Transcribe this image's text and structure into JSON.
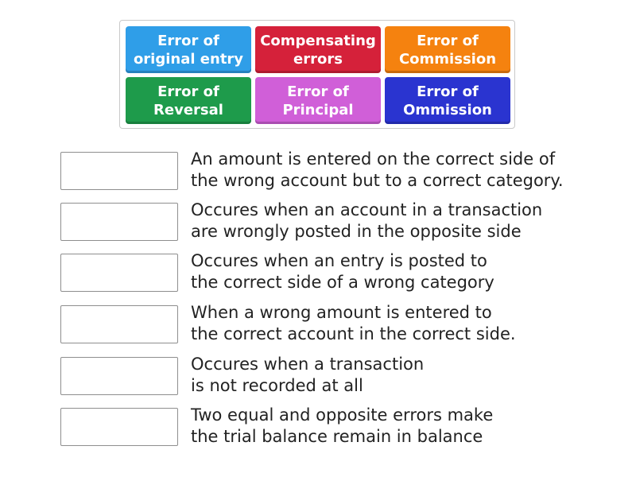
{
  "tiles": [
    {
      "label": "Error of original entry",
      "color": "#2f9ee8"
    },
    {
      "label": "Compensating errors",
      "color": "#d5213a"
    },
    {
      "label": "Error of Commission",
      "color": "#f5820f"
    },
    {
      "label": "Error of Reversal",
      "color": "#1e9b4b"
    },
    {
      "label": "Error of Principal",
      "color": "#d05fd8"
    },
    {
      "label": "Error of Ommission",
      "color": "#2a34d0"
    }
  ],
  "rows": [
    {
      "text": "An amount is entered on the correct side of\nthe wrong account but to a correct category."
    },
    {
      "text": "Occures when an account in a transaction\nare wrongly posted in the opposite side"
    },
    {
      "text": "Occures when an entry is posted to\nthe correct side of a wrong category"
    },
    {
      "text": "When a wrong amount is entered to\nthe correct account in the correct side."
    },
    {
      "text": "Occures when a transaction\nis not recorded at all"
    },
    {
      "text": "Two equal and opposite errors make\nthe trial balance remain in balance"
    }
  ]
}
